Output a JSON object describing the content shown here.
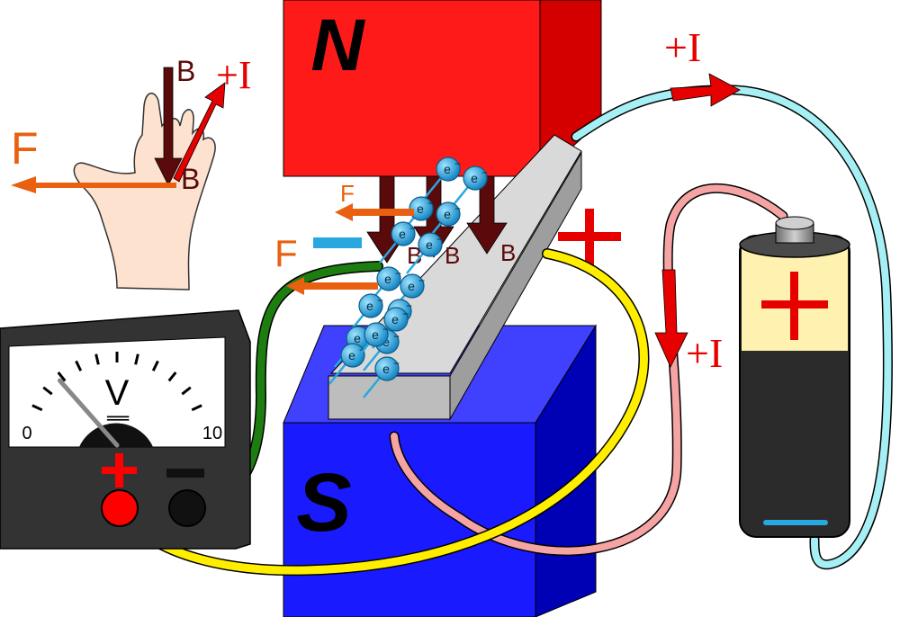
{
  "labels": {
    "magnet_north": "N",
    "magnet_south": "S",
    "current_plus_i": "+I",
    "field_b": "B",
    "force_f": "F",
    "plus_sign": "+",
    "minus_sign": "−",
    "electron_symbol": "e",
    "electron_charge": "−"
  },
  "voltmeter": {
    "unit": "V",
    "dc_symbol": "══",
    "scale_min": "0",
    "scale_max": "10",
    "plus_terminal": "+",
    "minus_terminal": "−",
    "needle_reading": 1.8
  },
  "colors": {
    "magnet_north_front": "#ff1a1a",
    "magnet_north_side": "#d40000",
    "magnet_south_front": "#1a1aff",
    "magnet_south_side": "#0000b4",
    "conductor": "#cccccc",
    "electron": "#29a8e0",
    "wire_positive_voltmeter": "#ffee00",
    "wire_negative_voltmeter": "#1e7d10",
    "wire_battery_minus": "#a6f0f5",
    "wire_battery_plus": "#f5a3a3",
    "current_arrow": "#e60000",
    "field_arrow": "#5a0a0a",
    "force_arrow": "#e86010",
    "battery_body": "#2b2b2b",
    "battery_band": "#fff2b0"
  }
}
